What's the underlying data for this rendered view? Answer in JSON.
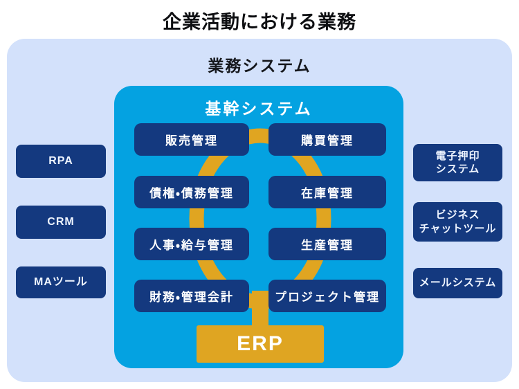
{
  "title": "企業活動における業務",
  "business_system": {
    "label": "業務システム"
  },
  "core_system": {
    "label": "基幹システム",
    "modules": [
      "販売管理",
      "購買管理",
      "債権・債務管理",
      "在庫管理",
      "人事・給与管理",
      "生産管理",
      "財務・管理会計",
      "プロジェクト管理"
    ],
    "erp": "ERP"
  },
  "external_tools_left": [
    "RPA",
    "CRM",
    "MAツール"
  ],
  "external_tools_right": [
    "電子押印\nシステム",
    "ビジネス\nチャットツール",
    "メールシステム"
  ],
  "colors": {
    "page_bg": "#ffffff",
    "panel_bg": "#d3e1fb",
    "core_bg": "#04a2e1",
    "module_bg": "#14397f",
    "accent_gold": "#dfa522",
    "title_text": "#0e0f12",
    "light_text": "#ffffff"
  }
}
